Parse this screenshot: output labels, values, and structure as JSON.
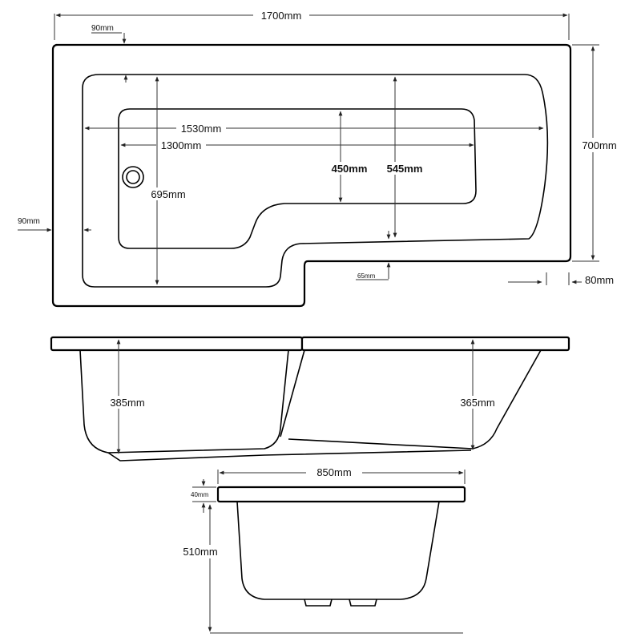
{
  "plan": {
    "overall_length": "1700mm",
    "overall_width": "700mm",
    "rim_top": "90mm",
    "rim_side": "90mm",
    "inner_length": "1530mm",
    "base_length": "1300mm",
    "bath_width_inner": "695mm",
    "base_width": "450mm",
    "main_width": "545mm",
    "step_rim": "65mm",
    "end_rim": "80mm"
  },
  "side_view": {
    "depth_left": "385mm",
    "depth_right": "365mm"
  },
  "end_view": {
    "width": "850mm",
    "rim_thickness": "40mm",
    "total_height": "510mm"
  }
}
